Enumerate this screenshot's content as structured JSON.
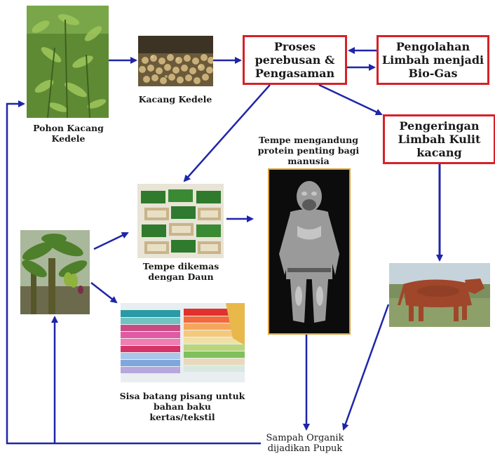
{
  "nodes": {
    "pohon": "Pohon Kacang\nKedele",
    "kacang": "Kacang Kedele",
    "proses": "Proses\nperebusan &\nPengasaman",
    "pengolahan": "Pengolahan\nLimbah menjadi\nBio-Gas",
    "pengeringan": "Pengeringan\nLimbah Kulit\nkacang",
    "tempe_protein": "Tempe mengandung\nprotein penting bagi\nmanusia",
    "tempe_daun": "Tempe dikemas\ndengan Daun",
    "sisa": "Sisa batang pisang untuk\nbahan baku\nkertas/tekstil",
    "sampah": "Sampah Organik\ndijadikan Pupuk"
  },
  "colors": {
    "arrow": "#1f25a8",
    "box_border": "#d62128"
  }
}
